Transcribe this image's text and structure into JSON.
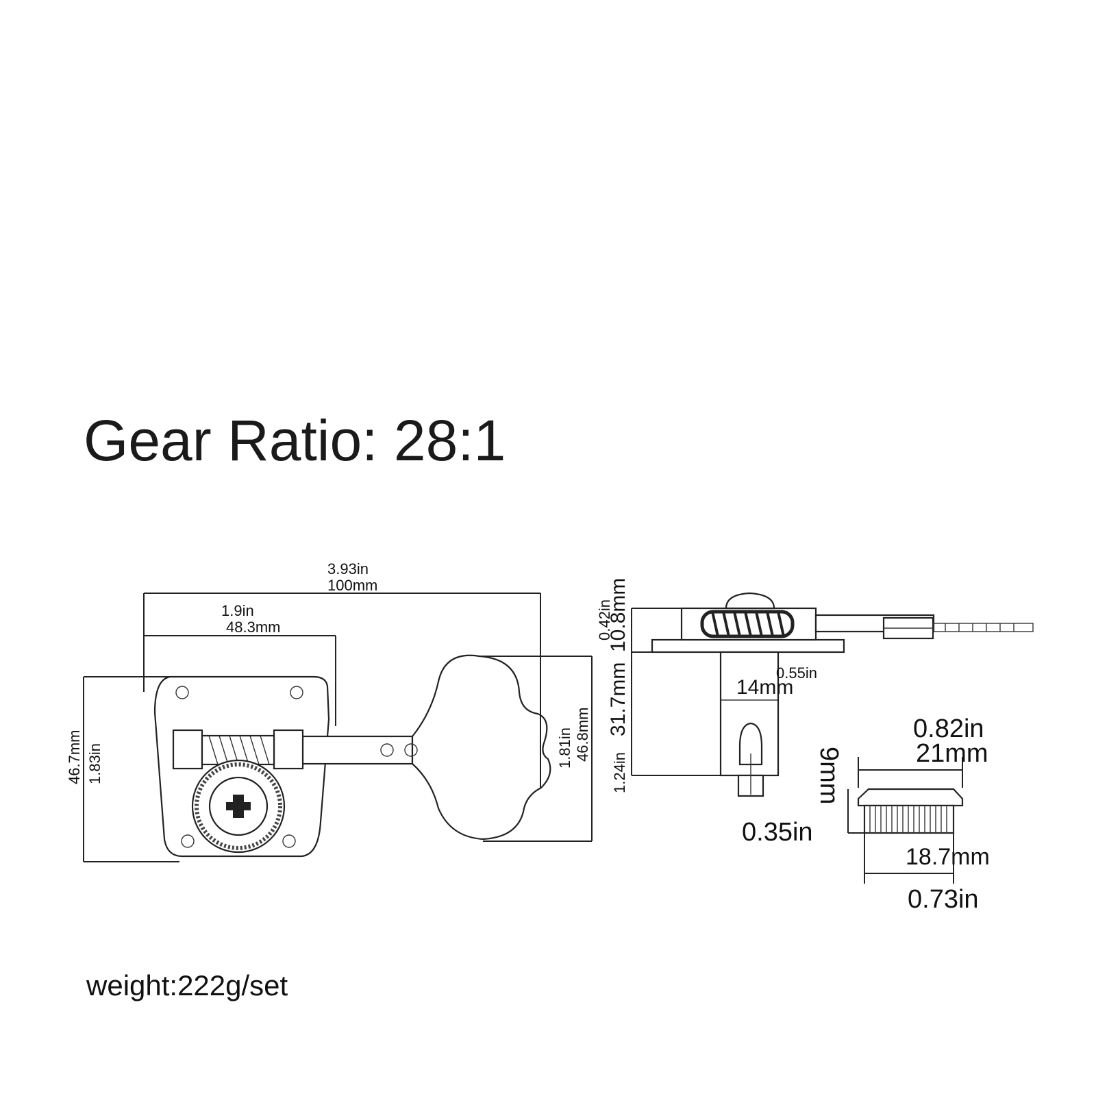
{
  "header": {
    "gear_ratio": "Gear Ratio: 28:1"
  },
  "footer": {
    "weight": "weight:222g/set"
  },
  "dimensions": {
    "overall_length_in": "3.93in",
    "overall_length_mm": "100mm",
    "post_offset_in": "1.9in",
    "post_offset_mm": "48.3mm",
    "plate_height_mm": "46.7mm",
    "plate_height_in": "1.83in",
    "key_height_in": "1.81in",
    "key_height_mm": "46.8mm",
    "gear_thickness_in": "0.42in",
    "gear_thickness_mm": "10.8mm",
    "post_height_in": "1.24in",
    "post_height_mm": "31.7mm",
    "post_diameter_in": "0.55in",
    "post_diameter_mm": "14mm",
    "bushing_top_in": "0.82in",
    "bushing_top_mm": "21mm",
    "bushing_height_mm": "9mm",
    "bushing_height_in": "0.35in",
    "bushing_base_mm": "18.7mm",
    "bushing_base_in": "0.73in"
  }
}
